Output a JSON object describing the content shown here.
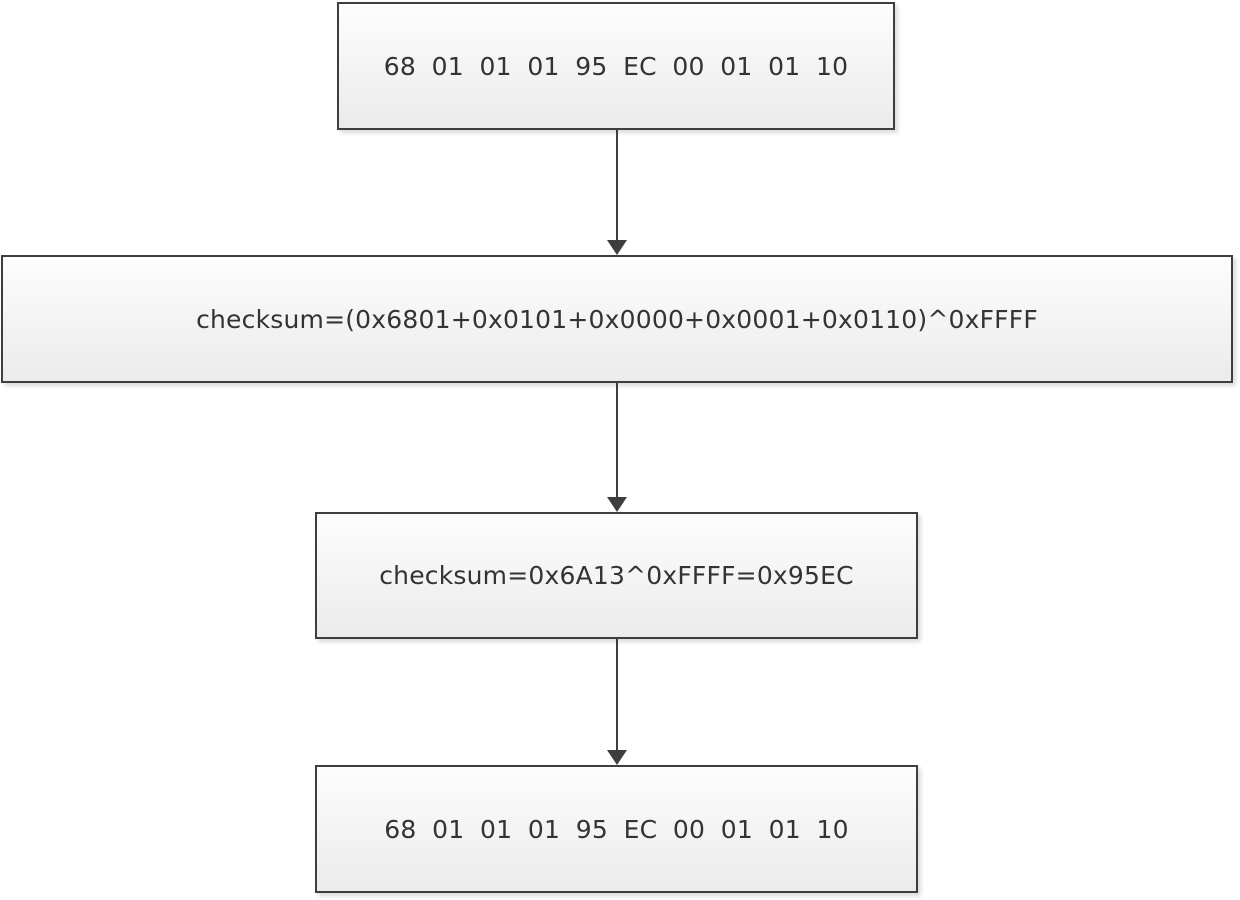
{
  "boxes": [
    {
      "id": "packet-top",
      "text": "68 01 01 01 95 EC 00 01 01 10"
    },
    {
      "id": "checksum-formula",
      "text": "checksum=(0x6801+0x0101+0x0000+0x0001+0x0110)^0xFFFF"
    },
    {
      "id": "checksum-result",
      "text": "checksum=0x6A13^0xFFFF=0x95EC"
    },
    {
      "id": "packet-bottom",
      "text": "68 01 01 01 95 EC 00 01 01 10"
    }
  ],
  "colors": {
    "box_border": "#3e3e3e",
    "box_fill_top": "#fdfdfd",
    "box_fill_bottom": "#ebebeb",
    "arrow": "#3e3e3e",
    "text": "#333333",
    "background": "#ffffff"
  }
}
